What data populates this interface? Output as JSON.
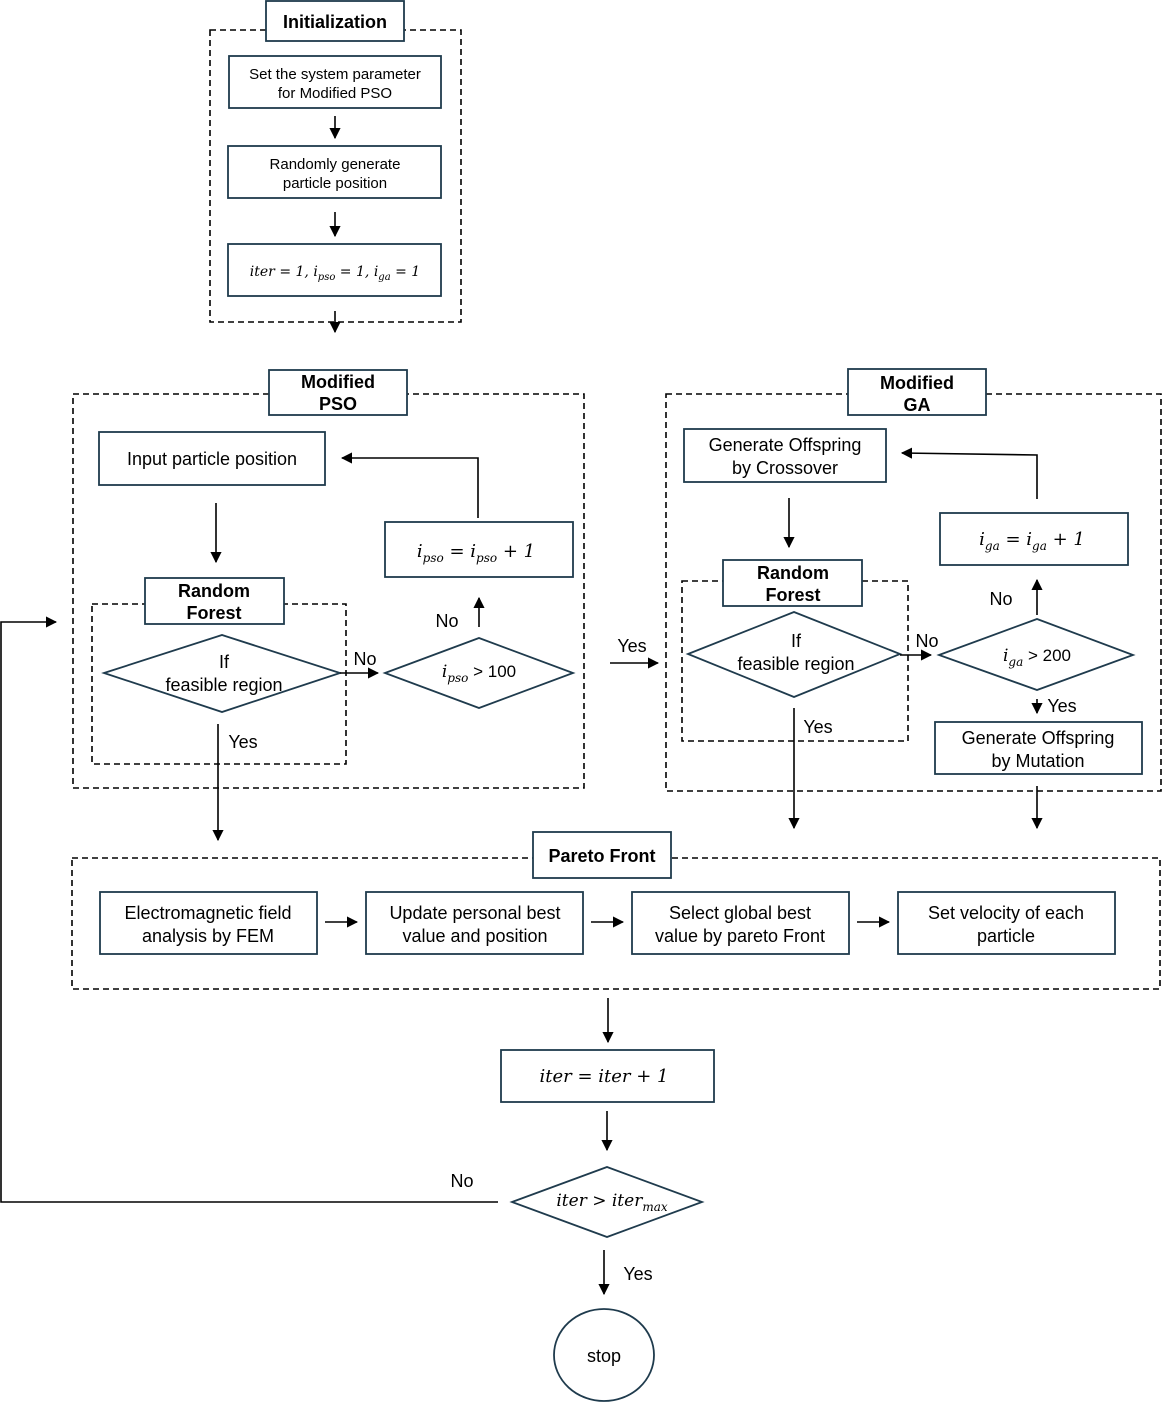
{
  "colors": {
    "box_stroke": "#1f3b4d",
    "line": "#000000",
    "text": "#000000",
    "background": "#ffffff"
  },
  "init": {
    "title": "Initialization",
    "step1_line1": "Set the system parameter",
    "step1_line2": "for Modified PSO",
    "step2_line1": "Randomly generate",
    "step2_line2": "particle position",
    "step3": "iter = 1, i_pso = 1, i_ga = 1"
  },
  "pso": {
    "title_line1": "Modified",
    "title_line2": "PSO",
    "input_box": "Input particle position",
    "rf_line1": "Random",
    "rf_line2": "Forest",
    "feasible_line1": "If",
    "feasible_line2": "feasible region",
    "no_label": "No",
    "yes_label": "Yes",
    "condition_var": "i",
    "condition_sub": "pso",
    "condition_rest": " > 100",
    "increment": "i_pso = i_pso + 1",
    "loop_no_label": "No"
  },
  "transition_yes": "Yes",
  "ga": {
    "title_line1": "Modified",
    "title_line2": "GA",
    "crossover_line1": "Generate Offspring",
    "crossover_line2": "by Crossover",
    "rf_line1": "Random",
    "rf_line2": "Forest",
    "feasible_line1": "If",
    "feasible_line2": "feasible region",
    "no_label": "No",
    "yes_label": "Yes",
    "condition_var": "i",
    "condition_sub": "ga",
    "condition_rest": " > 200",
    "condition_yes": "Yes",
    "increment": "i_ga = i_ga + 1",
    "loop_no_label": "No",
    "mutation_line1": "Generate Offspring",
    "mutation_line2": "by Mutation"
  },
  "pareto": {
    "title": "Pareto Front",
    "box1_line1": "Electromagnetic field",
    "box1_line2": "analysis by FEM",
    "box2_line1": "Update personal best",
    "box2_line2": "value and position",
    "box3_line1": "Select global best",
    "box3_line2": "value by pareto Front",
    "box4_line1": "Set velocity of each",
    "box4_line2": "particle"
  },
  "iter_update": "iter = iter + 1",
  "final": {
    "condition": "iter > iter_max",
    "no_label": "No",
    "yes_label": "Yes",
    "stop": "stop"
  }
}
